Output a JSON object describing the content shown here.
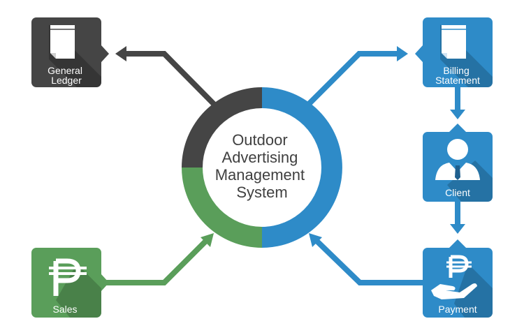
{
  "center": {
    "lines": [
      "Outdoor",
      "Advertising",
      "Management",
      "System"
    ]
  },
  "nodes": {
    "general_ledger": {
      "lines": [
        "General",
        "Ledger"
      ],
      "icon": "document-icon",
      "color": "#454545"
    },
    "billing_statement": {
      "lines": [
        "Billing",
        "Statement"
      ],
      "icon": "document-icon",
      "color": "#2e8bc8"
    },
    "client": {
      "label": "Client",
      "icon": "client-person-icon",
      "color": "#2e8bc8"
    },
    "payment": {
      "label": "Payment",
      "icon": "peso-hand-icon",
      "color": "#2e8bc8"
    },
    "sales": {
      "label": "Sales",
      "icon": "peso-icon",
      "color": "#5a9e5a"
    }
  },
  "colors": {
    "dark": "#454545",
    "blue": "#2e8bc8",
    "green": "#5a9e5a",
    "ring_text": "#404040"
  }
}
